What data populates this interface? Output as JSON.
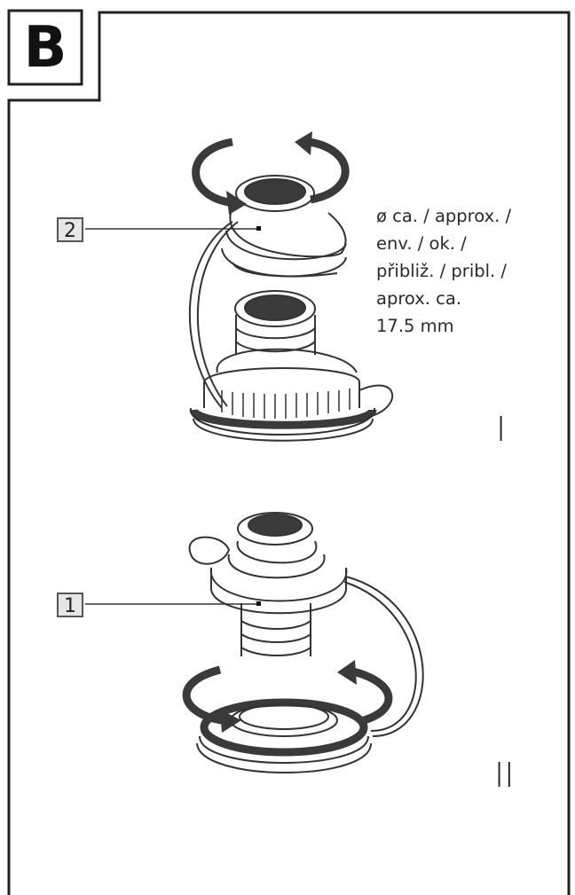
{
  "panel": {
    "letter": "B"
  },
  "callouts": {
    "part_2": "2",
    "part_1": "1"
  },
  "dimension": {
    "lines": [
      "ø ca. / approx. /",
      "env. / ok. /",
      "přibliž. / pribl. /",
      "aprox. ca.",
      "17.5 mm"
    ]
  },
  "steps": {
    "step_1": "I",
    "step_2": "II"
  },
  "colors": {
    "line": "#2a2a2a",
    "fill_dark": "#3a3a3a",
    "callout_bg": "#e6e6e6"
  }
}
